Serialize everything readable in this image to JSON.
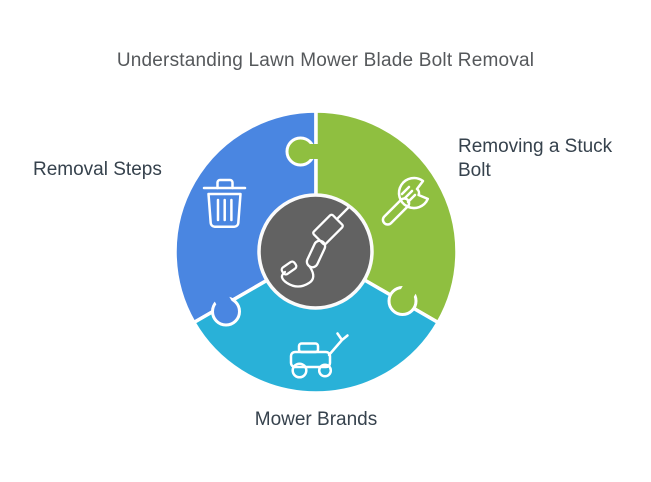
{
  "title": "Understanding Lawn Mower Blade Bolt Removal",
  "diagram": {
    "type": "puzzle-circle",
    "hub": {
      "icon": "drill-icon",
      "color": "#626262"
    },
    "seam_color": "#ffffff",
    "segments": [
      {
        "id": "removal-steps",
        "label": "Removal Steps",
        "color": "#4a86e1",
        "icon": "trash-icon",
        "position": "left"
      },
      {
        "id": "stuck-bolt",
        "label": "Removing a Stuck Bolt",
        "color": "#8fbf40",
        "icon": "wrench-icon",
        "position": "right"
      },
      {
        "id": "mower-brands",
        "label": "Mower Brands",
        "color": "#29b1d8",
        "icon": "mower-icon",
        "position": "bottom"
      }
    ]
  },
  "text_colors": {
    "title": "#55585b",
    "labels": "#36424d"
  }
}
